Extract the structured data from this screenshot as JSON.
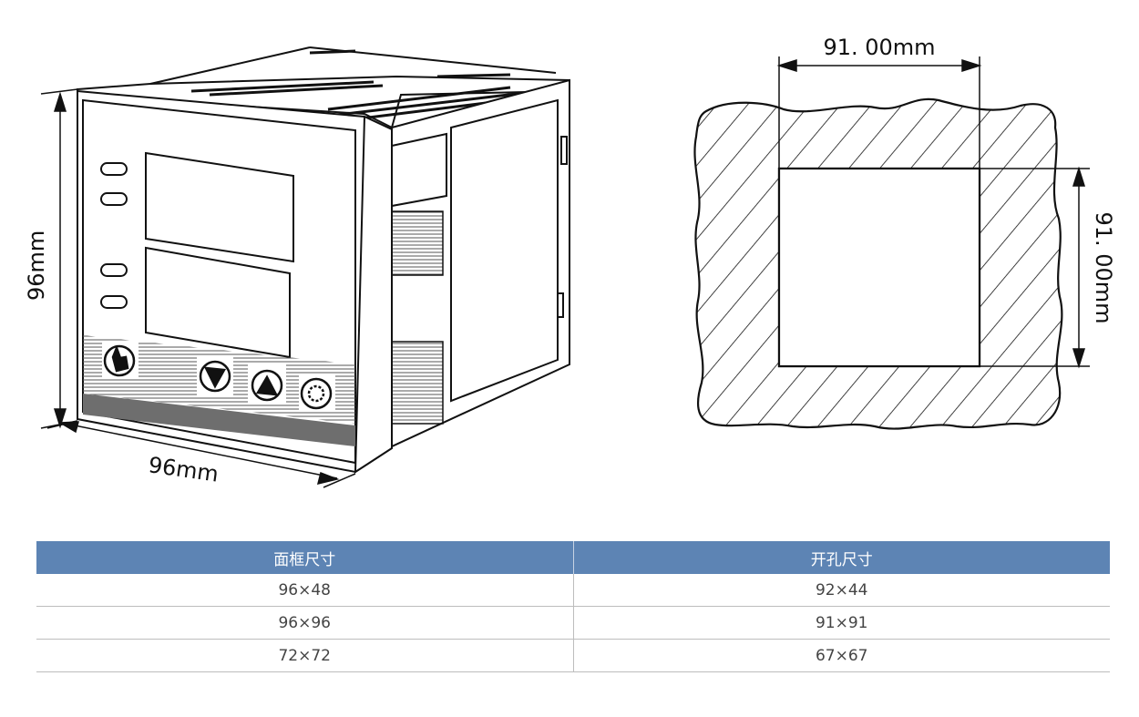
{
  "dimensions": {
    "front_height": "96mm",
    "front_width": "96mm",
    "cutout_width": "91. 00mm",
    "cutout_height": "91. 00mm"
  },
  "colors": {
    "table_header": "#5d84b4",
    "line": "#111111",
    "panel_bottom_bar": "#6e6e6e"
  },
  "icons": [
    "touch-icon",
    "down-arrow-icon",
    "up-arrow-icon",
    "set-icon"
  ],
  "table": {
    "headers": [
      "面框尺寸",
      "开孔尺寸"
    ],
    "rows": [
      [
        "96×48",
        "92×44"
      ],
      [
        "96×96",
        "91×91"
      ],
      [
        "72×72",
        "67×67"
      ]
    ]
  }
}
